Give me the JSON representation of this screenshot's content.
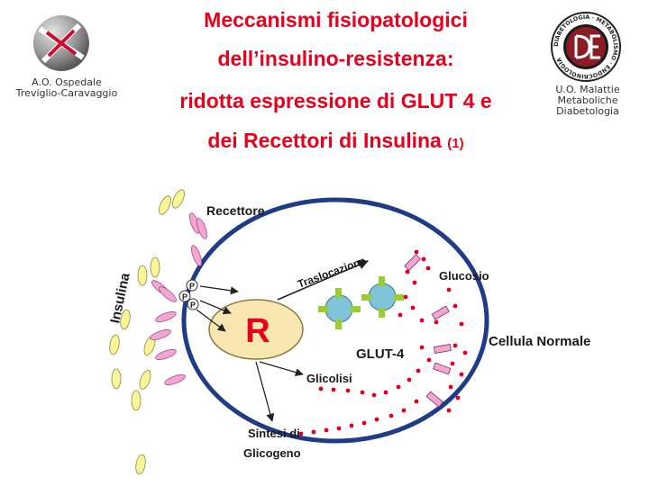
{
  "title": {
    "line1": "Meccanismi fisiopatologici",
    "line2": "dell’insulino-resistenza:",
    "line3": "ridotta espressione di GLUT 4 e",
    "line4": "dei Recettori di Insulina",
    "note": "(1)"
  },
  "left_logo": {
    "icon": "red-cross-sphere-logo",
    "caption_line1": "A.O. Ospedale",
    "caption_line2": "Treviglio-Caravaggio"
  },
  "right_logo": {
    "icon": "diabetologia-seal",
    "seal_text": "DIABETOLOGIA · METABOLISMO · ENDOCRINOLOGIA",
    "caption_line1": "U.O. Malattie",
    "caption_line2": "Metaboliche",
    "caption_line3": "Diabetologia"
  },
  "diagram": {
    "labels": {
      "receptor": "Recettore",
      "insulin": "Insulina",
      "nucleus": "R",
      "phospho": "P",
      "translocation": "Traslocazione",
      "glucose": "Glucosio",
      "glut4": "GLUT-4",
      "normal_cell": "Cellula Normale",
      "glycolysis": "Glicolisi",
      "synthesis_line1": "Sintesi di",
      "synthesis_line2": "Glicogeno"
    },
    "colors": {
      "cell_border": "#1f3c88",
      "nucleus_fill": "#f8e7b0",
      "nucleus_letter": "#e8001c",
      "insulin_fill": "#fbf59a",
      "receptor_fill": "#f3a6d2",
      "glut4_fill": "#7fc4d8",
      "glut4_bar": "#9acd32",
      "glucose_dot": "#e00020"
    }
  }
}
